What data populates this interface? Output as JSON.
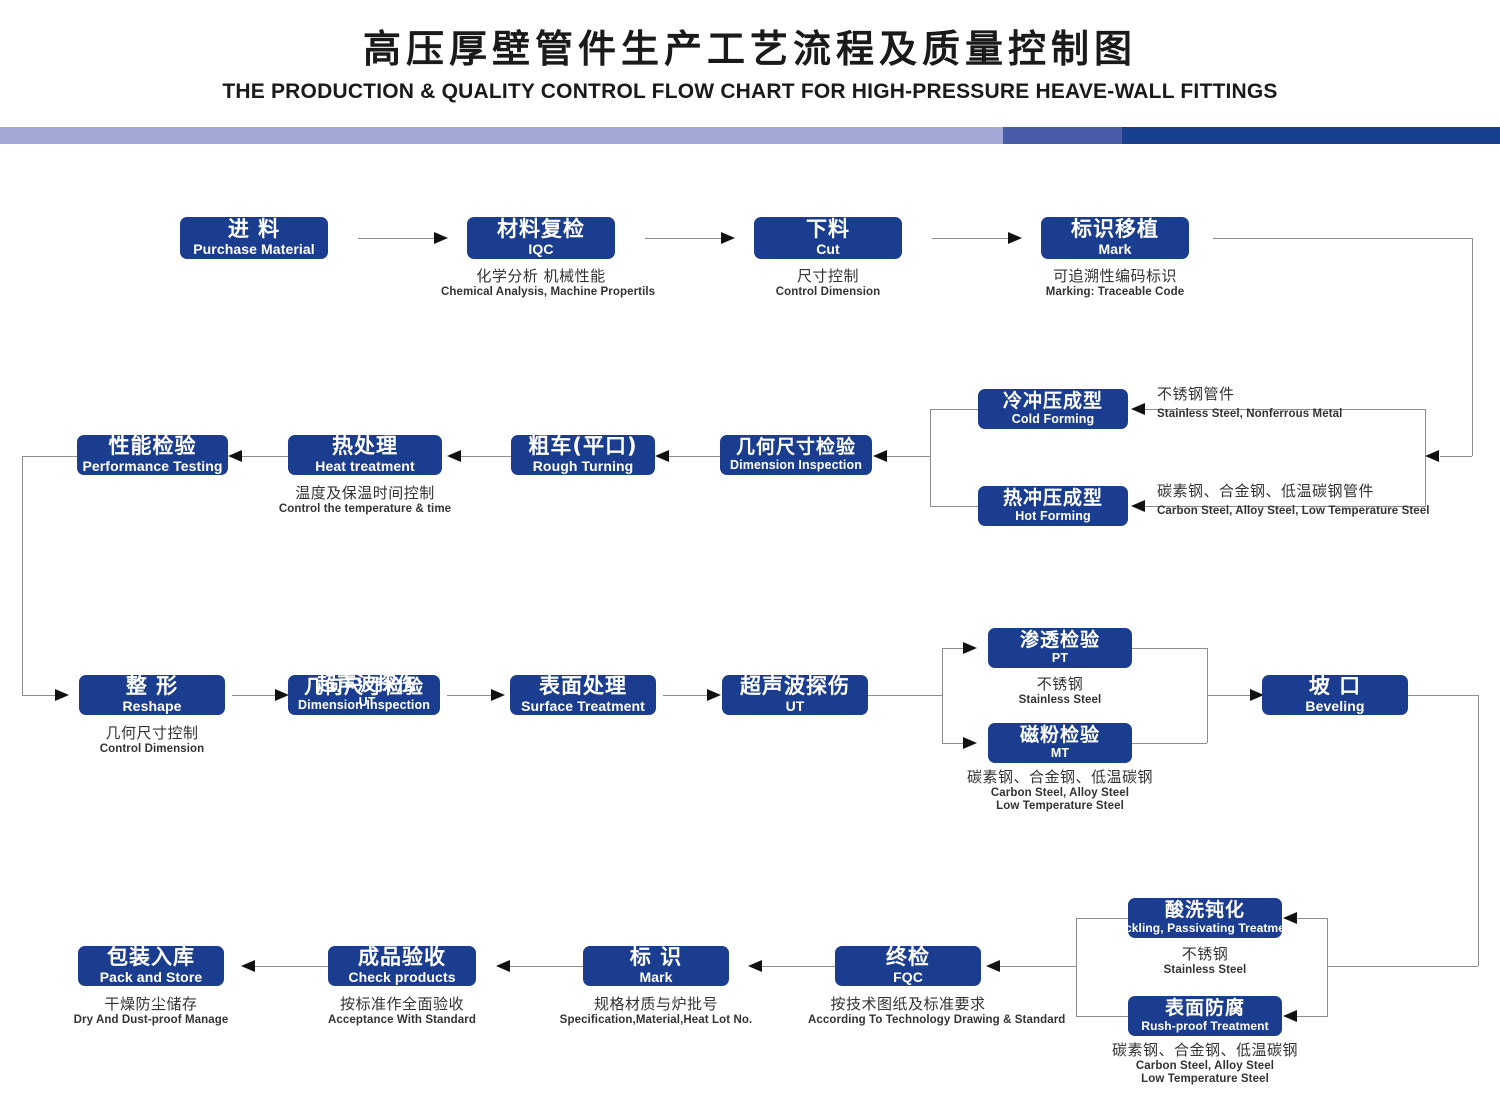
{
  "header": {
    "title_cn": "高压厚壁管件生产工艺流程及质量控制图",
    "title_en": "THE PRODUCTION & QUALITY CONTROL FLOW CHART FOR HIGH-PRESSURE HEAVE-WALL  FITTINGS",
    "bar_colors": [
      "#a3a8d6",
      "#4a5ba8",
      "#17418f"
    ]
  },
  "theme": {
    "node_fill": "#1b3d8f",
    "node_text": "#ffffff",
    "line_color": "#8d8d8d",
    "arrow_color": "#111111",
    "caption_color": "#333333"
  },
  "nodes": {
    "purchase": {
      "cn": "进  料",
      "en": "Purchase Material"
    },
    "iqc": {
      "cn": "材料复检",
      "en": "IQC"
    },
    "cut": {
      "cn": "下料",
      "en": "Cut"
    },
    "mark1": {
      "cn": "标识移植",
      "en": "Mark"
    },
    "cold": {
      "cn": "冷冲压成型",
      "en": "Cold Forming"
    },
    "hot": {
      "cn": "热冲压成型",
      "en": "Hot Forming"
    },
    "dim_insp": {
      "cn": "几何尺寸检验",
      "en": "Dimension Inspection"
    },
    "rough": {
      "cn": "粗车(平口)",
      "en": "Rough Turning"
    },
    "heat": {
      "cn": "热处理",
      "en": "Heat treatment"
    },
    "perf": {
      "cn": "性能检验",
      "en": "Performance Testing"
    },
    "reshape": {
      "cn": "整  形",
      "en": "Reshape"
    },
    "dim_insp2": {
      "cn": "几何尺寸检验",
      "en": "Dimension Inspection"
    },
    "ut_overlay": {
      "cn": "超声波探伤",
      "en": "UT"
    },
    "surface": {
      "cn": "表面处理",
      "en": "Surface Treatment"
    },
    "ut": {
      "cn": "超声波探伤",
      "en": "UT"
    },
    "pt": {
      "cn": "渗透检验",
      "en": "PT"
    },
    "mt": {
      "cn": "磁粉检验",
      "en": "MT"
    },
    "bevel": {
      "cn": "坡   口",
      "en": "Beveling"
    },
    "pickling": {
      "cn": "酸洗钝化",
      "en": "Pickling, Passivating  Treatment"
    },
    "rushproof": {
      "cn": "表面防腐",
      "en": "Rush-proof Treatment"
    },
    "fqc": {
      "cn": "终检",
      "en": "FQC"
    },
    "mark2": {
      "cn": "标   识",
      "en": "Mark"
    },
    "check": {
      "cn": "成品验收",
      "en": "Check products"
    },
    "pack": {
      "cn": "包装入库",
      "en": "Pack and Store"
    }
  },
  "captions": {
    "iqc": {
      "cn": "化学分析 机械性能",
      "en": "Chemical  Analysis,  Machine Propertils"
    },
    "cut": {
      "cn": "尺寸控制",
      "en": "Control Dimension"
    },
    "mark1": {
      "cn": "可追溯性编码标识",
      "en": "Marking: Traceable  Code"
    },
    "cold": {
      "cn": "不锈钢管件",
      "en": "Stainless Steel, Nonferrous Metal"
    },
    "hot": {
      "cn": "碳素钢、合金钢、低温碳钢管件",
      "en": "Carbon Steel, Alloy Steel, Low Temperature Steel"
    },
    "heat": {
      "cn": "温度及保温时间控制",
      "en": "Control the  temperature  &  time"
    },
    "reshape": {
      "cn": "几何尺寸控制",
      "en": "Control Dimension"
    },
    "pt": {
      "cn": "不锈钢",
      "en": "Stainless Steel"
    },
    "mt": {
      "cn": "碳素钢、合金钢、低温碳钢",
      "en1": "Carbon Steel, Alloy Steel",
      "en2": "Low Temperature Steel"
    },
    "pickling": {
      "cn": "不锈钢",
      "en": "Stainless Steel"
    },
    "rushproof": {
      "cn": "碳素钢、合金钢、低温碳钢",
      "en1": "Carbon Steel, Alloy Steel",
      "en2": "Low Temperature Steel"
    },
    "fqc": {
      "cn": "按技术图纸及标准要求",
      "en": "According To Technology Drawing & Standard"
    },
    "mark2": {
      "cn": "规格材质与炉批号",
      "en": "Specification,Material,Heat Lot No."
    },
    "check": {
      "cn": "按标准作全面验收",
      "en": "Acceptance  With  Standard"
    },
    "pack": {
      "cn": "干燥防尘储存",
      "en": "Dry  And Dust-proof  Manage"
    }
  }
}
